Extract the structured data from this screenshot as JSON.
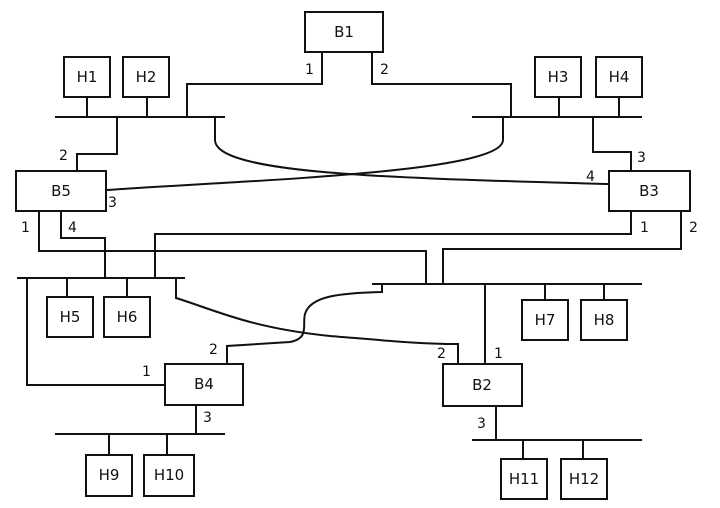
{
  "bridges": {
    "b1": "B1",
    "b2": "B2",
    "b3": "B3",
    "b4": "B4",
    "b5": "B5"
  },
  "hosts": {
    "h1": "H1",
    "h2": "H2",
    "h3": "H3",
    "h4": "H4",
    "h5": "H5",
    "h6": "H6",
    "h7": "H7",
    "h8": "H8",
    "h9": "H9",
    "h10": "H10",
    "h11": "H11",
    "h12": "H12"
  },
  "ports": {
    "b1_p1": "1",
    "b1_p2": "2",
    "b5_p1": "1",
    "b5_p2": "2",
    "b5_p3": "3",
    "b5_p4": "4",
    "b3_p1": "1",
    "b3_p2": "2",
    "b3_p3": "3",
    "b3_p4": "4",
    "b4_p1": "1",
    "b4_p2": "2",
    "b4_p3": "3",
    "b2_p1": "1",
    "b2_p2": "2",
    "b2_p3": "3"
  }
}
